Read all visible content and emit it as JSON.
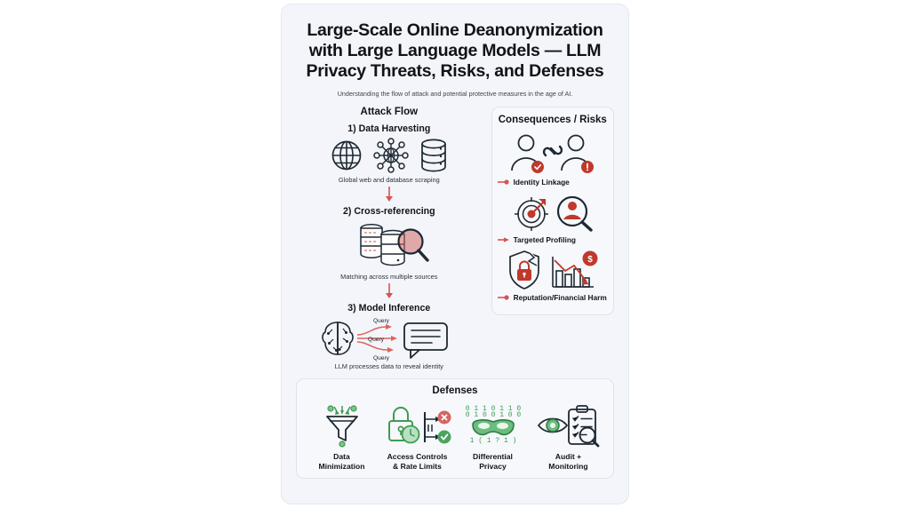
{
  "colors": {
    "page_bg": "#ffffff",
    "card_bg": "#f3f5fa",
    "panel_bg": "#f6f8fc",
    "border": "#dfe3ec",
    "ink": "#111417",
    "stroke_dark": "#1f2933",
    "accent_red": "#d9534f",
    "accent_red_soft": "#e98b86",
    "risk_red": "#c0392b",
    "defense_green": "#3f9b53",
    "defense_green_light": "#7cc48a"
  },
  "header": {
    "title_line1": "Large-Scale Online Deanonymization",
    "title_line2": "with Large Language Models — LLM",
    "title_line3": "Privacy Threats, Risks, and Defenses",
    "subtitle": "Understanding the flow of attack and potential protective measures in the age of AI."
  },
  "attack_flow": {
    "heading": "Attack Flow",
    "steps": [
      {
        "title": "1) Data Harvesting",
        "caption": "Global web and database scraping",
        "icons": [
          "globe-icon",
          "network-graph-icon",
          "database-icon"
        ]
      },
      {
        "title": "2) Cross-referencing",
        "caption": "Matching across multiple sources",
        "icons": [
          "database-stack-icon",
          "magnifier-icon"
        ]
      },
      {
        "title": "3) Model Inference",
        "caption": "LLM processes data to reveal identity",
        "icons": [
          "brain-icon",
          "speech-bubble-icon"
        ],
        "query_labels": [
          "Query",
          "Query",
          "Query"
        ]
      }
    ]
  },
  "consequences": {
    "heading": "Consequences / Risks",
    "items": [
      {
        "label": "Identity Linkage",
        "icons": [
          "person-icon",
          "chain-link-icon",
          "person-icon"
        ]
      },
      {
        "label": "Targeted Profiling",
        "icons": [
          "target-arrow-icon",
          "person-magnifier-icon"
        ]
      },
      {
        "label": "Reputation/Financial Harm",
        "icons": [
          "broken-shield-lock-icon",
          "declining-chart-dollar-icon"
        ]
      }
    ]
  },
  "defenses": {
    "heading": "Defenses",
    "items": [
      {
        "label_line1": "Data",
        "label_line2": "Minimization",
        "icon": "funnel-icon"
      },
      {
        "label_line1": "Access Controls",
        "label_line2": "& Rate Limits",
        "icon": "lock-clock-gate-icon"
      },
      {
        "label_line1": "Differential",
        "label_line2": "Privacy",
        "icon": "mask-binary-icon"
      },
      {
        "label_line1": "Audit +",
        "label_line2": "Monitoring",
        "icon": "eye-clipboard-icon"
      }
    ]
  }
}
